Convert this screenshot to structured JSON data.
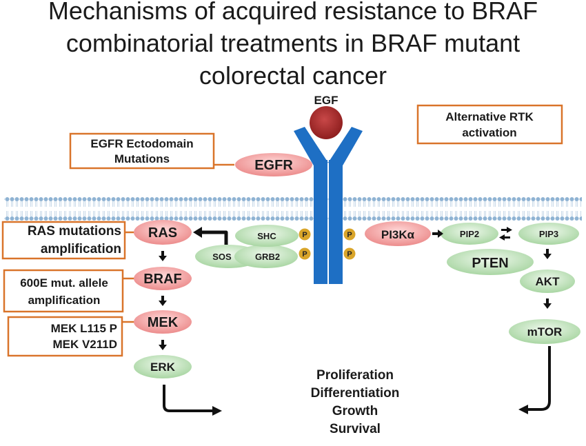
{
  "title": {
    "lines": [
      "Mechanisms of acquired resistance to BRAF",
      "combinatorial treatments in BRAF mutant",
      "colorectal cancer"
    ]
  },
  "receptor": {
    "ligand": "EGF",
    "receptor": "EGFR",
    "phospho": [
      "P",
      "P",
      "P",
      "P"
    ]
  },
  "mapk": {
    "ras": "RAS",
    "braf": "BRAF",
    "mek": "MEK",
    "erk": "ERK",
    "sos": "SOS",
    "grb2": "GRB2",
    "shc": "SHC"
  },
  "pi3k": {
    "pi3k": "PI3Kα",
    "pip2": "PIP2",
    "pip3": "PIP3",
    "pten": "PTEN",
    "akt": "AKT",
    "mtor": "mTOR"
  },
  "mechanisms": {
    "egfr_ectodomain": [
      "EGFR Ectodomain",
      "Mutations"
    ],
    "ras": [
      "RAS mutations",
      "amplification"
    ],
    "braf": [
      "600E mut. allele",
      "amplification"
    ],
    "mek": [
      "MEK L115 P",
      "MEK V211D"
    ],
    "rtk": [
      "Alternative RTK",
      "activation"
    ]
  },
  "outcomes": [
    "Proliferation",
    "Differentiation",
    "Growth",
    "Survival"
  ],
  "colors": {
    "red_node": "#ef9a9a",
    "green_node": "#b6ddb1",
    "receptor_blue": "#1e6fc4",
    "ligand": "#a92a2a",
    "membrane": "#8fb3d3",
    "box_border": "#d9742a",
    "phospho": "#d9a52a"
  }
}
